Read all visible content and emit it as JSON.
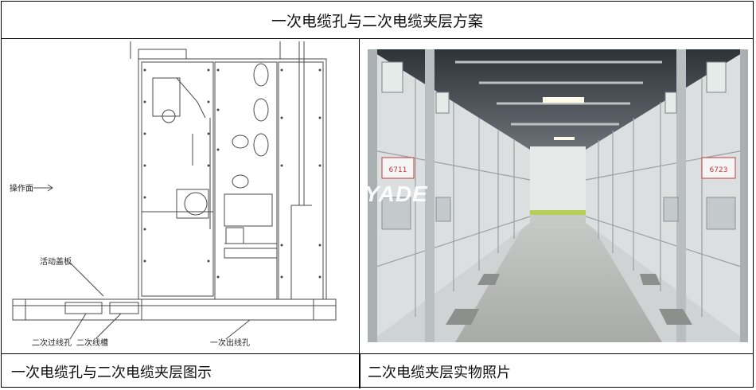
{
  "title": "一次电缆孔与二次电缆夹层方案",
  "drawing": {
    "label_operation_face": "操作面",
    "label_movable_cover": "活动盖板",
    "label_secondary_cable_hole": "二次过线孔",
    "label_secondary_trough": "二次线槽",
    "label_primary_outlet": "一次出线孔"
  },
  "photo": {
    "watermark": "YADE",
    "unit_tags": [
      "6711",
      "6723"
    ]
  },
  "captions": {
    "left": "一次电缆孔与二次电缆夹层图示",
    "right": "二次电缆夹层实物照片"
  }
}
